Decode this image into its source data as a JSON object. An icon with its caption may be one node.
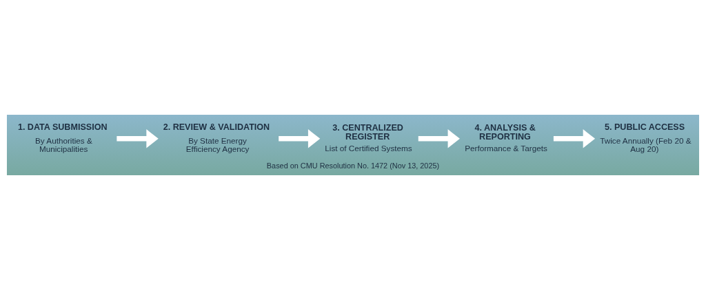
{
  "diagram": {
    "caption": "Based on CMU Resolution No. 1472 (Nov 13, 2025)",
    "nodes": [
      {
        "text": [
          "1. DATA SUBMISSION",
          "By Authorities & Municipalities"
        ]
      },
      {
        "text": [
          "2. REVIEW & VALIDATION",
          "By State Energy Efficiency Agency"
        ]
      },
      {
        "text": [
          "3. CENTRALIZED REGISTER",
          "List of Certified Systems"
        ]
      },
      {
        "text": [
          "4. ANALYSIS & REPORTING",
          "Performance & Targets"
        ]
      },
      {
        "text": [
          "5. PUBLIC ACCESS",
          "Twice Annually (Feb 20 & Aug 20)"
        ]
      }
    ],
    "edges": [
      {
        "from": 0,
        "to": 1,
        "arrow": "to"
      },
      {
        "from": 1,
        "to": 2,
        "arrow": "to"
      },
      {
        "from": 2,
        "to": 3,
        "arrow": "to"
      },
      {
        "from": 3,
        "to": 4,
        "arrow": "to"
      }
    ]
  }
}
